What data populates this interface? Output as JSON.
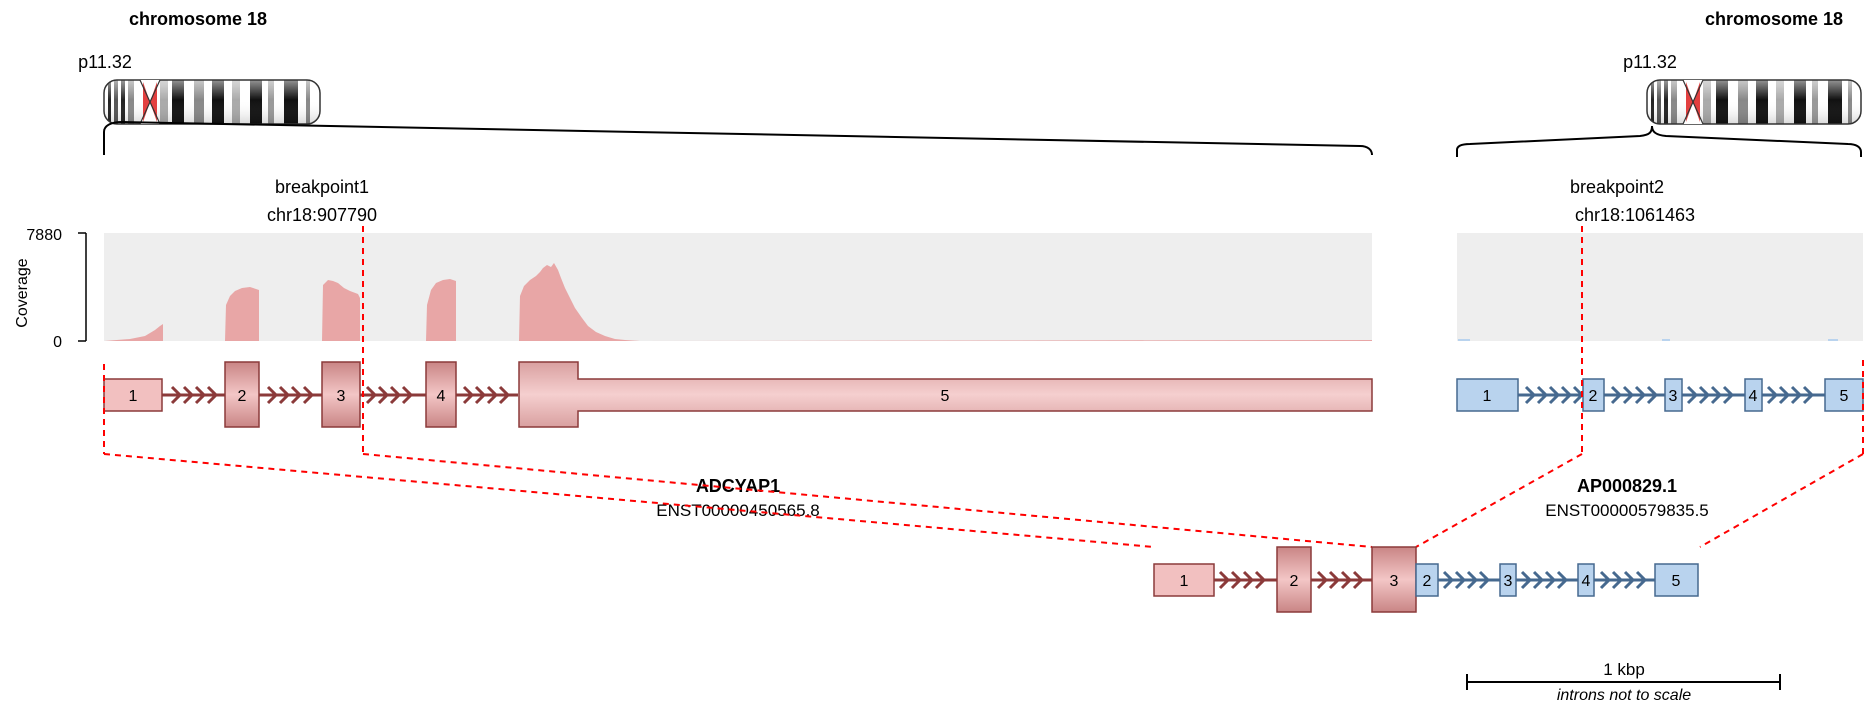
{
  "left": {
    "chromosome_title": "chromosome 18",
    "band_label": "p11.32",
    "breakpoint_label": "breakpoint1",
    "breakpoint_position": "chr18:907790",
    "gene_name": "ADCYAP1",
    "transcript_id": "ENST00000450565.8",
    "exons": [
      "1",
      "2",
      "3",
      "4",
      "5"
    ]
  },
  "right": {
    "chromosome_title": "chromosome 18",
    "band_label": "p11.32",
    "breakpoint_label": "breakpoint2",
    "breakpoint_position": "chr18:1061463",
    "gene_name": "AP000829.1",
    "transcript_id": "ENST00000579835.5",
    "exons": [
      "1",
      "2",
      "3",
      "4",
      "5"
    ]
  },
  "coverage": {
    "axis_label": "Coverage",
    "max_label": "7880",
    "min_label": "0"
  },
  "fusion": {
    "exons_5prime": [
      "1",
      "2",
      "3"
    ],
    "exons_3prime": [
      "2",
      "3",
      "4",
      "5"
    ]
  },
  "scale_bar": {
    "label": "1 kbp",
    "note": "introns not to scale"
  },
  "colors": {
    "gene1_fill": "#e8a6a6",
    "gene1_stroke": "#8b3a3a",
    "gene2_fill": "#b9d3ee",
    "gene2_stroke": "#46698f",
    "coverage_bg": "#eeeeee",
    "breakpoint_line": "#ff0000"
  }
}
